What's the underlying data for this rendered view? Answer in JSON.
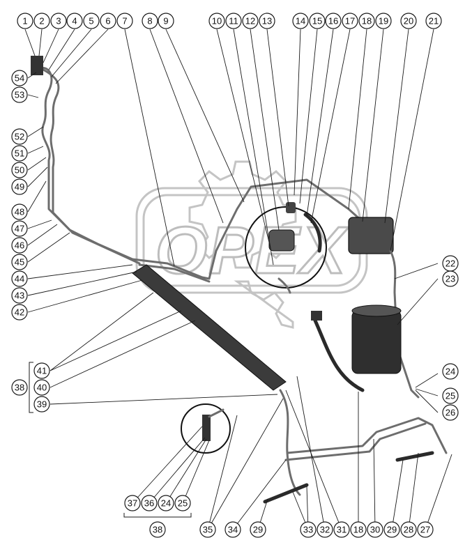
{
  "watermark": {
    "text": "OPEX"
  },
  "callouts": [
    "1",
    "2",
    "3",
    "4",
    "5",
    "6",
    "7",
    "8",
    "9",
    "10",
    "11",
    "12",
    "13",
    "14",
    "15",
    "16",
    "17",
    "18",
    "19",
    "20",
    "21",
    "22",
    "23",
    "24",
    "25",
    "26",
    "27",
    "28",
    "29",
    "30",
    "31",
    "32",
    "33",
    "34",
    "35",
    "36",
    "37",
    "38",
    "39",
    "40",
    "41",
    "42",
    "43",
    "44",
    "45",
    "46",
    "47",
    "48",
    "49",
    "50",
    "51",
    "52",
    "53",
    "54"
  ],
  "bottom_labels": [
    "37",
    "36",
    "24",
    "25",
    "38",
    "35",
    "34",
    "29",
    "33",
    "32",
    "31",
    "18",
    "30",
    "29",
    "28",
    "27"
  ],
  "group_labels": {
    "left_group": "38",
    "left_group_items": [
      "41",
      "40",
      "39"
    ]
  }
}
